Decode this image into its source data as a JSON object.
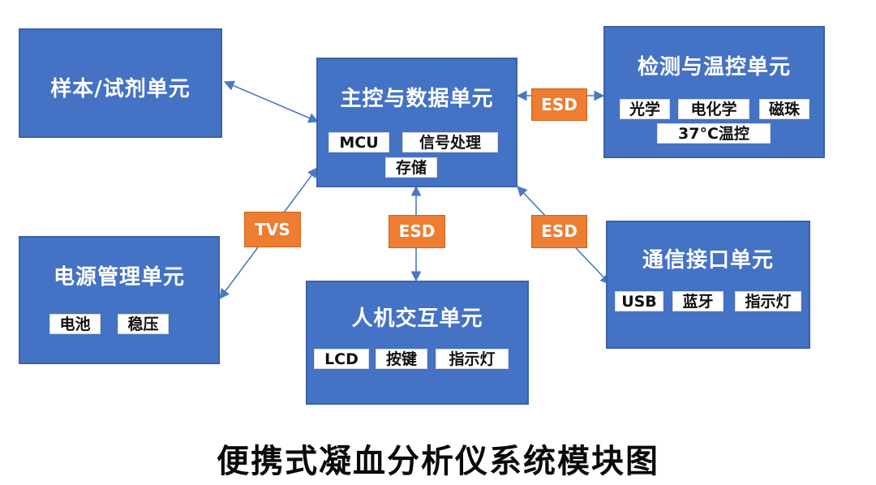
{
  "caption": "便携式凝血分析仪系统模块图",
  "units": {
    "sample": {
      "title": "样本/试剂单元"
    },
    "main": {
      "title": "主控与数据单元",
      "chips": [
        "MCU",
        "信号处理",
        "存储"
      ]
    },
    "detect": {
      "title": "检测与温控单元",
      "chips": [
        "光学",
        "电化学",
        "磁珠",
        "37°C温控"
      ]
    },
    "power": {
      "title": "电源管理单元",
      "chips": [
        "电池",
        "稳压"
      ]
    },
    "hmi": {
      "title": "人机交互单元",
      "chips": [
        "LCD",
        "按键",
        "指示灯"
      ]
    },
    "comm": {
      "title": "通信接口单元",
      "chips": [
        "USB",
        "蓝牙",
        "指示灯"
      ]
    }
  },
  "protections": {
    "main_detect": "ESD",
    "power_main": "TVS",
    "hmi_main": "ESD",
    "comm_main": "ESD"
  },
  "colors": {
    "unit_fill": "#4472c4",
    "protection_fill": "#ed7d31",
    "connector": "#4a78c6"
  }
}
